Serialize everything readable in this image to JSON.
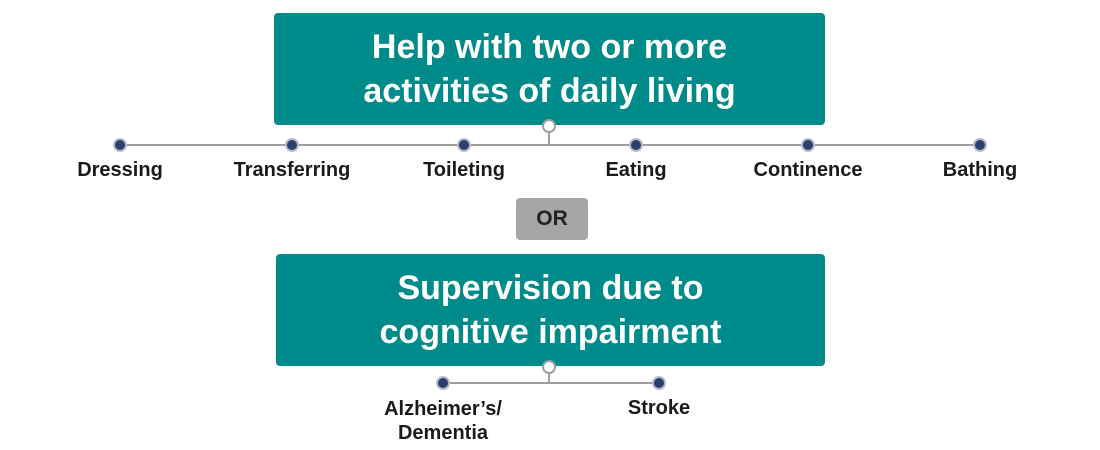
{
  "top_box": {
    "line1": "Help with two or more",
    "line2": "activities of daily living"
  },
  "adl_items": [
    "Dressing",
    "Transferring",
    "Toileting",
    "Eating",
    "Continence",
    "Bathing"
  ],
  "or_label": "OR",
  "bottom_box": {
    "line1": "Supervision due to",
    "line2": "cognitive impairment"
  },
  "cognitive_items": {
    "alzheimers_line1": "Alzheimer’s/",
    "alzheimers_line2": "Dementia",
    "stroke": "Stroke"
  },
  "colors": {
    "box_teal": "#008b8b",
    "or_gray": "#a6a6a6",
    "node_navy": "#2c3e6b",
    "connector_gray": "#9e9e9e"
  }
}
